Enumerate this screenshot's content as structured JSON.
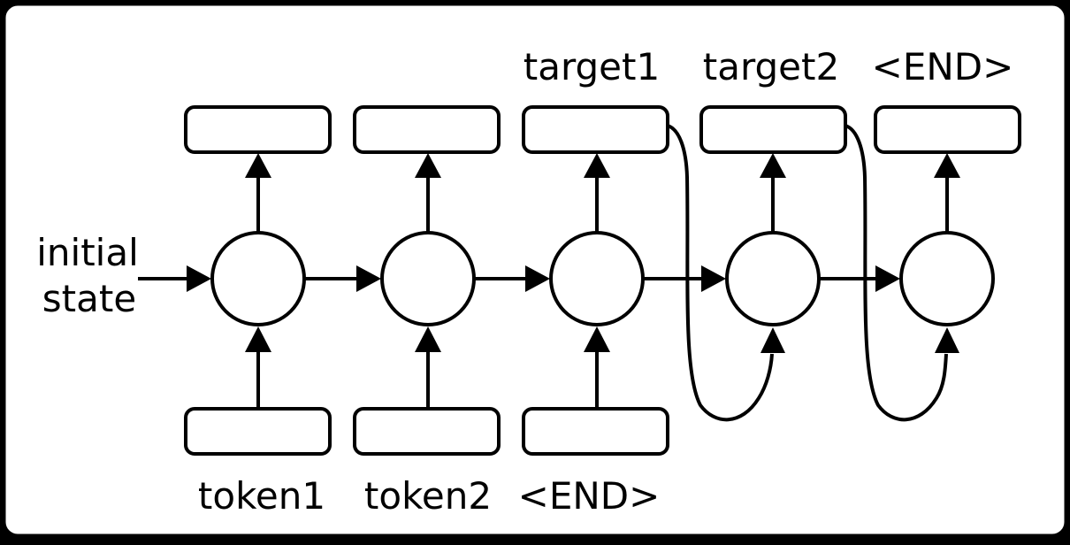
{
  "diagram": {
    "kind": "recurrent-network-unrolled",
    "labels": {
      "initial_state": {
        "line1": "initial",
        "line2": "state"
      },
      "inputs": [
        "token1",
        "token2",
        "<END>"
      ],
      "outputs": [
        "target1",
        "target2",
        "<END>"
      ]
    },
    "colors": {
      "stroke": "#000000",
      "fill": "#ffffff",
      "page_background": "#000000"
    }
  }
}
